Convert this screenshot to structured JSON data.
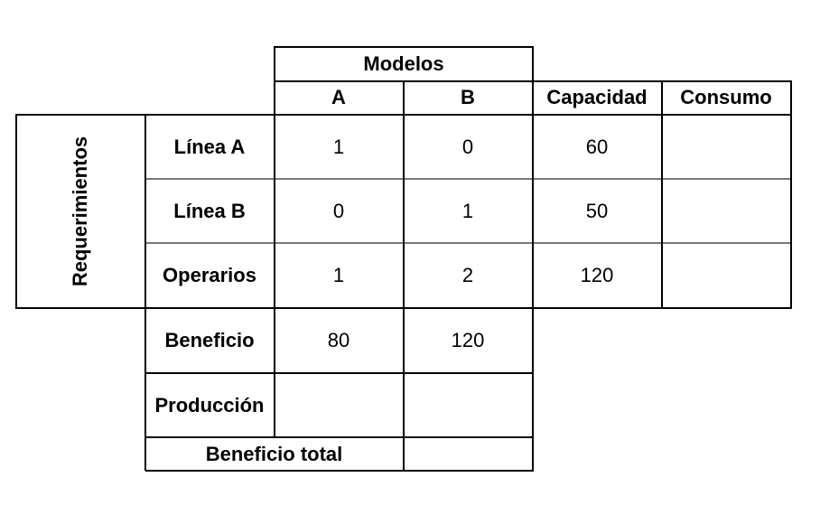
{
  "table": {
    "group_header": "Modelos",
    "col_a": "A",
    "col_b": "B",
    "col_capacidad": "Capacidad",
    "col_consumo": "Consumo",
    "side_label": "Requerimientos",
    "rows": [
      {
        "label": "Línea A",
        "a": "1",
        "b": "0",
        "capacidad": "60",
        "consumo": ""
      },
      {
        "label": "Línea B",
        "a": "0",
        "b": "1",
        "capacidad": "50",
        "consumo": ""
      },
      {
        "label": "Operarios",
        "a": "1",
        "b": "2",
        "capacidad": "120",
        "consumo": ""
      }
    ],
    "beneficio": {
      "label": "Beneficio",
      "a": "80",
      "b": "120"
    },
    "produccion": {
      "label": "Producción",
      "a": "",
      "b": ""
    },
    "beneficio_total": {
      "label": "Beneficio total",
      "value": ""
    }
  }
}
